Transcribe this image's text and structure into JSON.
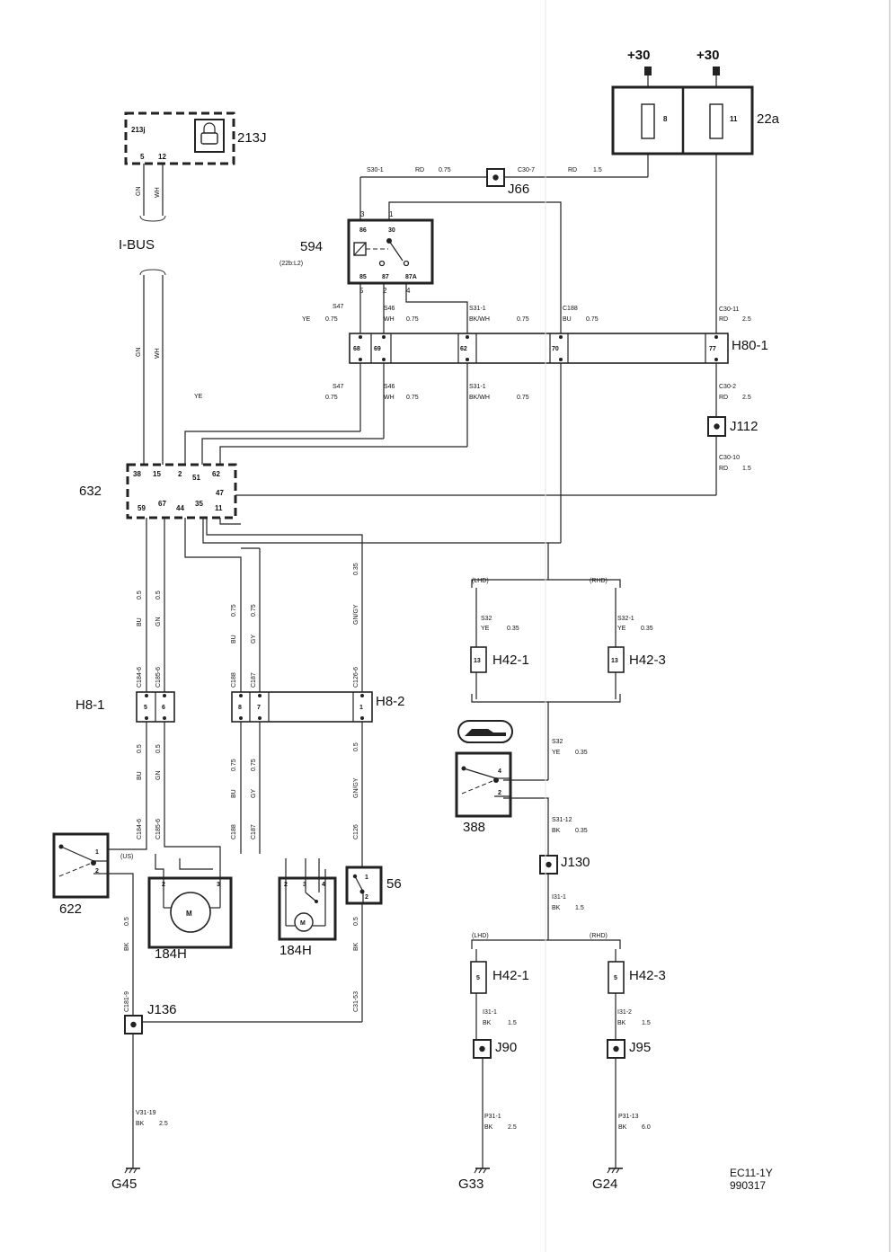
{
  "supply": {
    "plus30_a": "+30",
    "plus30_b": "+30"
  },
  "fuse_box": {
    "id": "22a",
    "fuse_a": "8",
    "fuse_b": "11"
  },
  "module_213J": {
    "id": "213J",
    "inner": "213j",
    "pin_a": "5",
    "pin_b": "12",
    "wire_a": "GN",
    "wire_b": "WH"
  },
  "ibus": {
    "label": "I-BUS",
    "wire_a": "GN",
    "wire_b": "WH"
  },
  "relay_594": {
    "id": "594",
    "ref": "(22b:L2)",
    "p86": "86",
    "p30": "30",
    "p85": "85",
    "p87": "87",
    "p87a": "87A",
    "pin3": "3",
    "pin1": "1",
    "pin5": "5",
    "pin2": "2",
    "pin4": "4"
  },
  "splice_J66": {
    "id": "J66",
    "left_wire": "S30-1",
    "left_color": "RD",
    "left_size": "0.75",
    "right_wire": "C30-7",
    "right_color": "RD",
    "right_size": "1.5"
  },
  "connector_H80": {
    "id": "H80-1",
    "pins": [
      "68",
      "69",
      "62",
      "70",
      "77"
    ]
  },
  "wires_top": {
    "s47": "S47",
    "s47_color": "YE",
    "s47_size": "0.75",
    "s46": "S46",
    "s46_color": "WH",
    "s46_size": "0.75",
    "s31": "S31-1",
    "s31_color": "BK/WH",
    "s31_size": "0.75",
    "c188": "C188",
    "c188_color": "BU",
    "c188_size": "0.75",
    "c30_11": "C30-11",
    "c30_11_color": "RD",
    "c30_11_size": "2.5"
  },
  "wires_mid": {
    "s47": "S47",
    "s47_size": "0.75",
    "s46": "S46",
    "s46_color": "WH",
    "s46_size": "0.75",
    "s31": "S31-1",
    "s31_color": "BK/WH",
    "s31_size": "0.75",
    "c30_2": "C30-2",
    "c30_2_color": "RD",
    "c30_2_size": "2.5",
    "ye": "YE",
    "c30_10": "C30-10",
    "c30_10_color": "RD",
    "c30_10_size": "1.5"
  },
  "splice_J112": {
    "id": "J112"
  },
  "module_632": {
    "id": "632",
    "top_pins": [
      "38",
      "15",
      "2",
      "51",
      "62"
    ],
    "right_pin": "47",
    "bottom_pins": [
      "59",
      "67",
      "44",
      "35",
      "11"
    ]
  },
  "wires_632_down": {
    "bu": "BU",
    "bu_size": "0.5",
    "bu_id": "C184-6",
    "gn": "GN",
    "gn_size": "0.5",
    "gn_id": "C185-6",
    "bu2": "BU",
    "bu2_size": "0.75",
    "bu2_id": "C188",
    "gy": "GY",
    "gy_size": "0.75",
    "gy_id": "C187",
    "gngy": "GN/GY",
    "gngy_size": "0.35",
    "gngy_id": "C126-6"
  },
  "connector_H81": {
    "id": "H8-1",
    "pins": [
      "5",
      "6"
    ]
  },
  "connector_H82": {
    "id": "H8-2",
    "pins": [
      "8",
      "7",
      "1"
    ]
  },
  "wires_h8_down": {
    "bu": "BU",
    "bu_size": "0.5",
    "bu_id": "C184-6",
    "gn": "GN",
    "gn_size": "0.5",
    "gn_id": "C185-6",
    "bu2": "BU",
    "bu2_size": "0.75",
    "bu2_id": "C188",
    "gy": "GY",
    "gy_size": "0.75",
    "gy_id": "C187",
    "gngy": "GN/GY",
    "gngy_size": "0.5",
    "gngy_id": "C126"
  },
  "switch_622": {
    "id": "622",
    "note": "(US)",
    "pin1": "1",
    "pin2": "2"
  },
  "motor_184H_a": {
    "id": "184H",
    "pin2": "2",
    "pin3": "3",
    "symbol": "M"
  },
  "motor_184H_b": {
    "id": "184H",
    "pin2": "2",
    "pin3": "3",
    "pin4": "4",
    "symbol": "M"
  },
  "switch_56": {
    "id": "56",
    "pin1": "1",
    "pin2": "2"
  },
  "wires_bottom_left": {
    "c181": "C181-9",
    "c181_color": "BK",
    "c181_size": "0.5",
    "c31": "C31-53",
    "c31_color": "BK",
    "c31_size": "0.5",
    "v31": "V31-19",
    "v31_color": "BK",
    "v31_size": "2.5"
  },
  "splice_J136": {
    "id": "J136"
  },
  "ground_G45": {
    "id": "G45"
  },
  "drive_split_top": {
    "lhd": "(LHD)",
    "rhd": "(RHD)"
  },
  "h42_top": {
    "left": {
      "id": "H42-1",
      "pin": "13",
      "wire": "S32",
      "color": "YE",
      "size": "0.35"
    },
    "right": {
      "id": "H42-3",
      "pin": "13",
      "wire": "S32-1",
      "color": "YE",
      "size": "0.35"
    }
  },
  "switch_388": {
    "id": "388",
    "pin4": "4",
    "pin2": "2"
  },
  "wires_388": {
    "s32": "S32",
    "s32_color": "YE",
    "s32_size": "0.35",
    "s31": "S31-12",
    "s31_color": "BK",
    "s31_size": "0.35"
  },
  "splice_J130": {
    "id": "J130"
  },
  "wire_i31": {
    "id": "I31-1",
    "color": "BK",
    "size": "1.5"
  },
  "drive_split_bottom": {
    "lhd": "(LHD)",
    "rhd": "(RHD)"
  },
  "h42_bottom": {
    "left": {
      "id": "H42-1",
      "pin": "5",
      "wire": "I31-1",
      "color": "BK",
      "size": "1.5"
    },
    "right": {
      "id": "H42-3",
      "pin": "5",
      "wire": "I31-2",
      "color": "BK",
      "size": "1.5"
    }
  },
  "splice_J90": {
    "id": "J90",
    "wire": "P31-1",
    "color": "BK",
    "size": "2.5"
  },
  "splice_J95": {
    "id": "J95",
    "wire": "P31-13",
    "color": "BK",
    "size": "6.0"
  },
  "ground_G33": {
    "id": "G33"
  },
  "ground_G24": {
    "id": "G24"
  },
  "footer": {
    "code": "EC11-1Y",
    "date": "990317"
  }
}
